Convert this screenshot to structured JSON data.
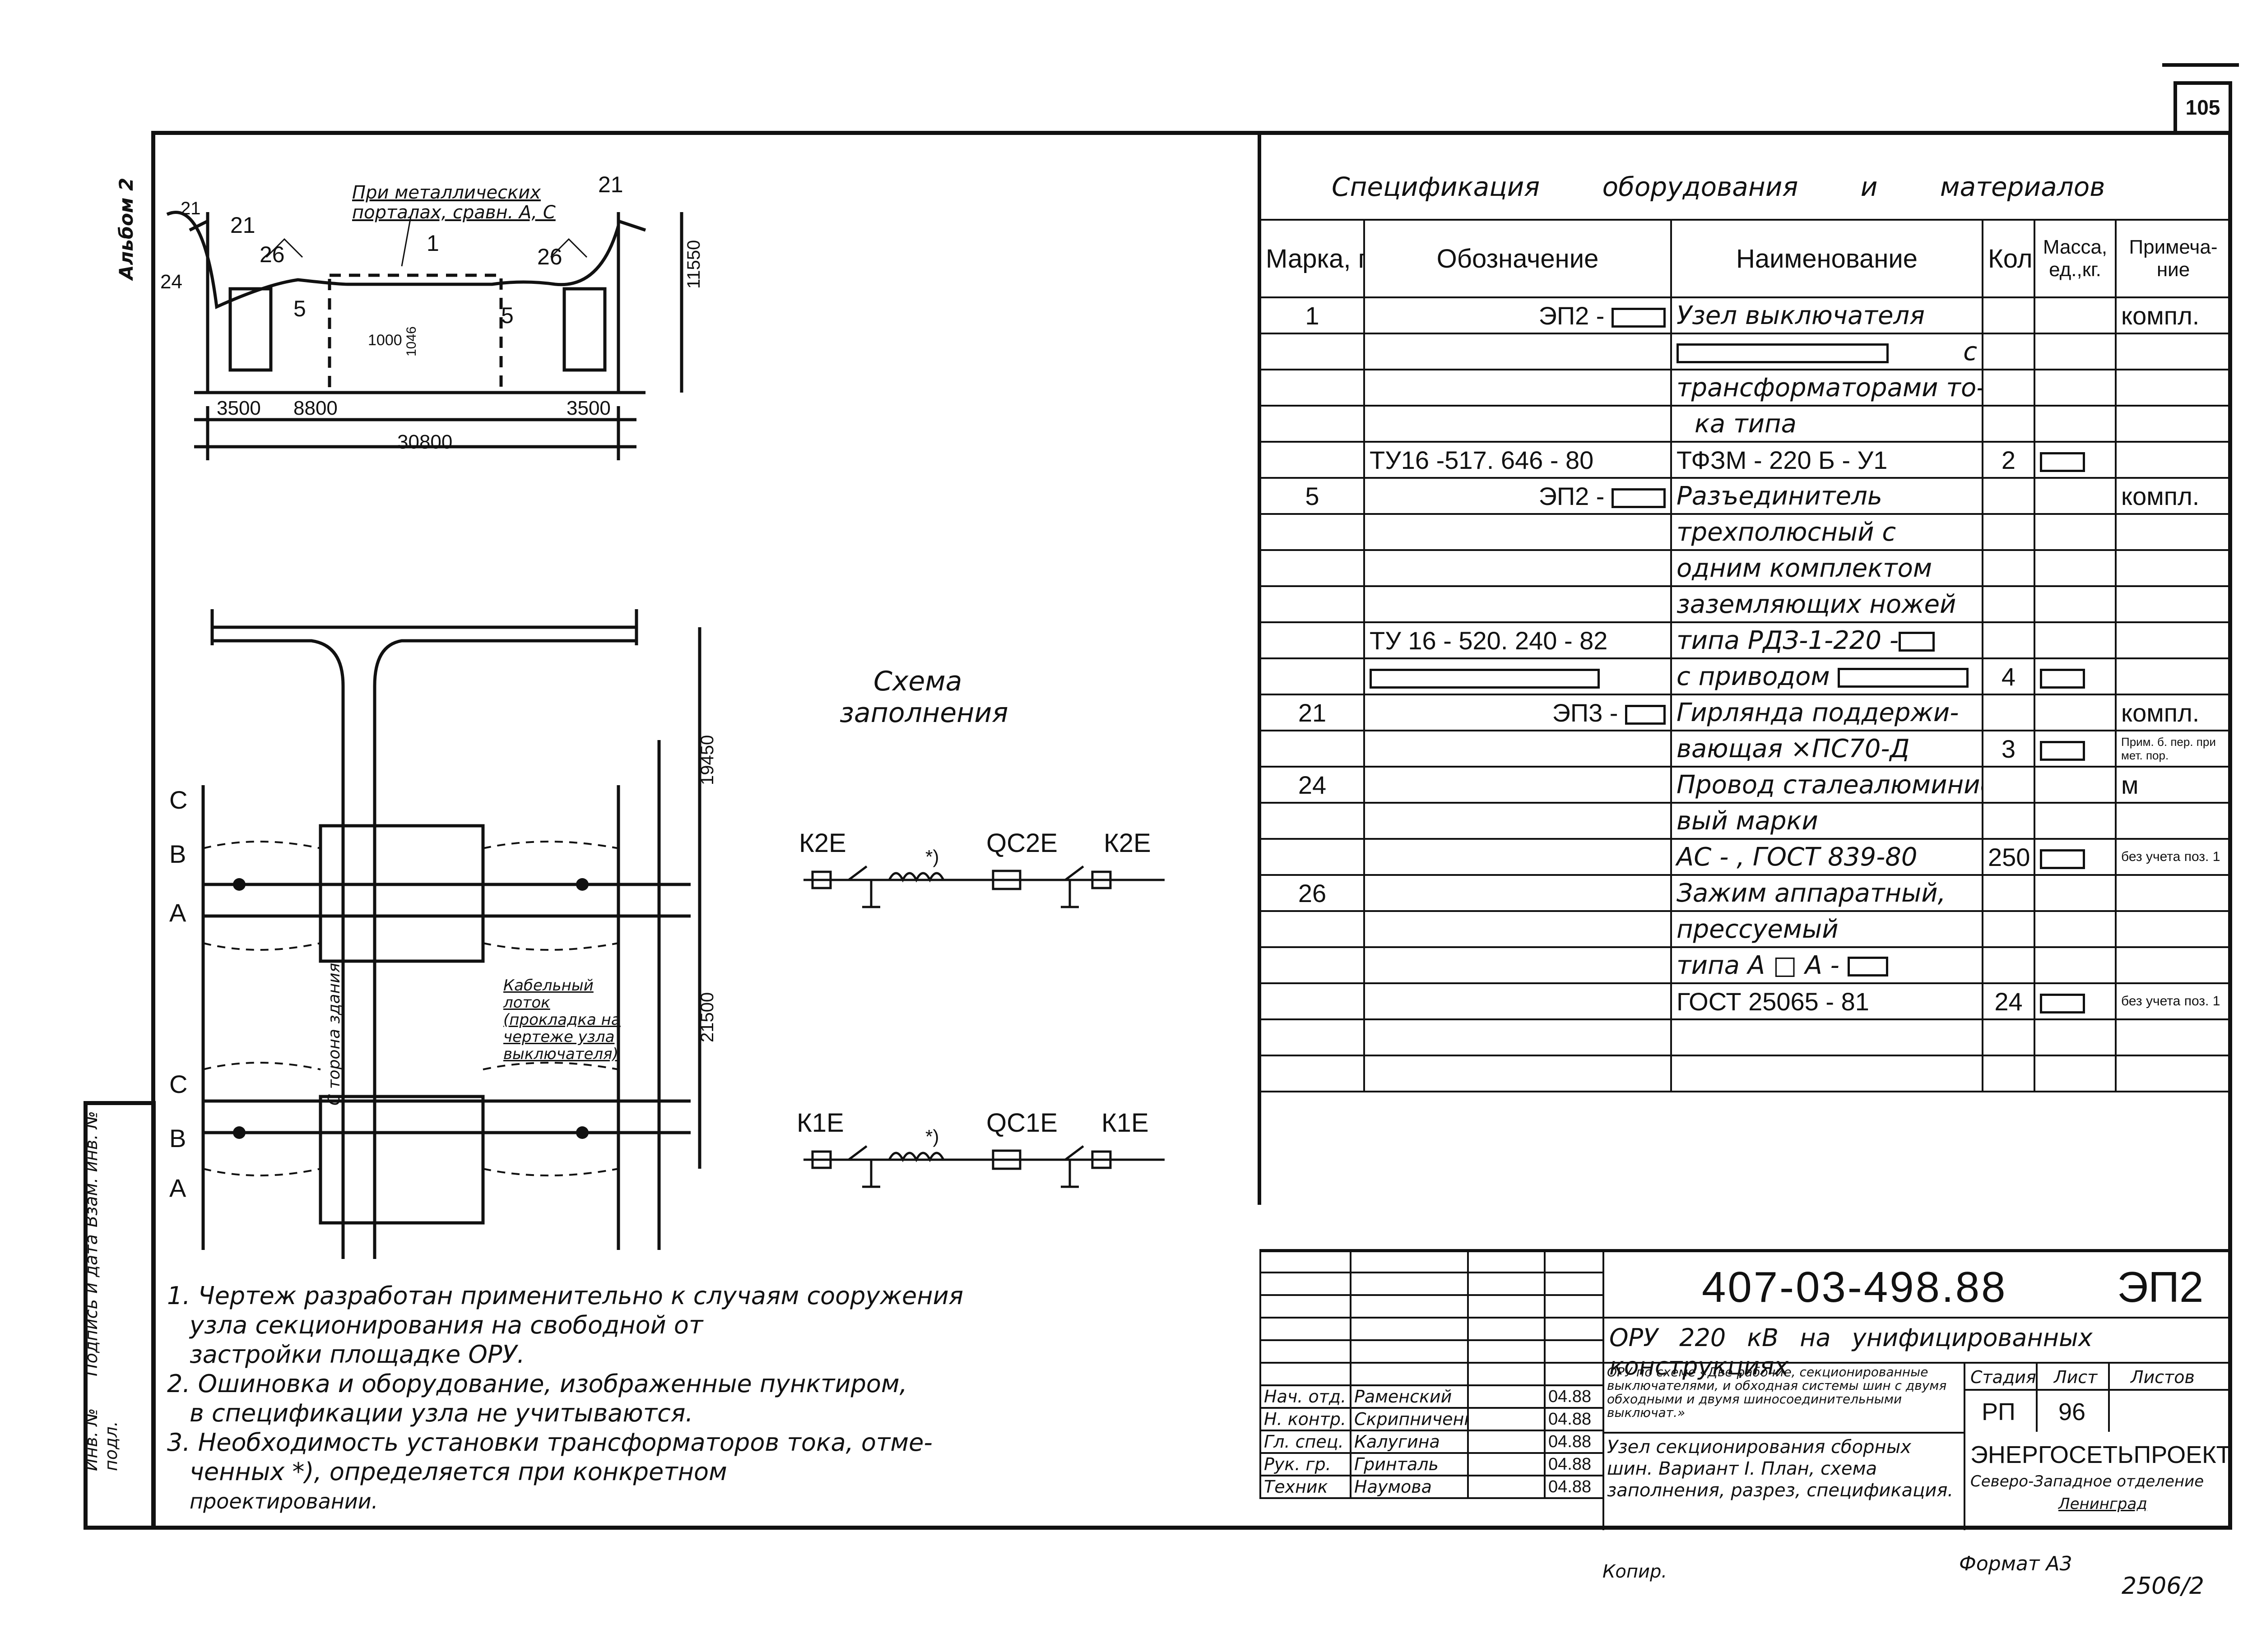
{
  "sheet_number": "105",
  "spec": {
    "title": "Спецификация оборудования и материалов",
    "headers": [
      "Марка, поз.",
      "Обозначение",
      "Наименование",
      "Кол.",
      "Масса, ед.,кг.",
      "Примеча- ние"
    ],
    "rows": [
      {
        "mark": "1",
        "desig": "ЭП2 -",
        "name": "Узел выключателя",
        "qty": "",
        "mass": "",
        "note": "компл."
      },
      {
        "mark": "",
        "desig": "",
        "name": "с",
        "qty": "",
        "mass": "",
        "note": ""
      },
      {
        "mark": "",
        "desig": "",
        "name": "трансформаторами то-",
        "qty": "",
        "mass": "",
        "note": ""
      },
      {
        "mark": "",
        "desig": "",
        "name": "ка типа",
        "qty": "",
        "mass": "",
        "note": ""
      },
      {
        "mark": "",
        "desig": "ТУ16 -517. 646 - 80",
        "name": "ТФЗМ - 220 Б - У1",
        "qty": "2",
        "mass": "",
        "note": ""
      },
      {
        "mark": "5",
        "desig": "ЭП2 -",
        "name": "Разъединитель",
        "qty": "",
        "mass": "",
        "note": "компл."
      },
      {
        "mark": "",
        "desig": "",
        "name": "трехполюсный с",
        "qty": "",
        "mass": "",
        "note": ""
      },
      {
        "mark": "",
        "desig": "",
        "name": "одним комплектом",
        "qty": "",
        "mass": "",
        "note": ""
      },
      {
        "mark": "",
        "desig": "",
        "name": "заземляющих ножей",
        "qty": "",
        "mass": "",
        "note": ""
      },
      {
        "mark": "",
        "desig": "ТУ 16 - 520. 240 - 82",
        "name": "типа РДЗ-1-220 -",
        "qty": "",
        "mass": "",
        "note": ""
      },
      {
        "mark": "",
        "desig": "",
        "name": "с приводом",
        "qty": "4",
        "mass": "",
        "note": ""
      },
      {
        "mark": "21",
        "desig": "ЭП3 -",
        "name": "Гирлянда поддержи-",
        "qty": "",
        "mass": "",
        "note": "компл."
      },
      {
        "mark": "",
        "desig": "",
        "name": "вающая ×ПС70-Д",
        "qty": "3",
        "mass": "",
        "note": "Прим. б. пер. при мет. пор."
      },
      {
        "mark": "24",
        "desig": "",
        "name": "Провод сталеалюминие-",
        "qty": "",
        "mass": "",
        "note": "м"
      },
      {
        "mark": "",
        "desig": "",
        "name": "вый марки",
        "qty": "",
        "mass": "",
        "note": ""
      },
      {
        "mark": "",
        "desig": "",
        "name": "АС - , ГОСТ 839-80",
        "qty": "250",
        "mass": "",
        "note": "без учета поз. 1"
      },
      {
        "mark": "26",
        "desig": "",
        "name": "Зажим аппаратный,",
        "qty": "",
        "mass": "",
        "note": ""
      },
      {
        "mark": "",
        "desig": "",
        "name": "прессуемый",
        "qty": "",
        "mass": "",
        "note": ""
      },
      {
        "mark": "",
        "desig": "",
        "name": "типа А □ А -",
        "qty": "",
        "mass": "",
        "note": ""
      },
      {
        "mark": "",
        "desig": "",
        "name": "ГОСТ 25065 - 81",
        "qty": "24",
        "mass": "",
        "note": "без учета поз. 1"
      },
      {
        "mark": "",
        "desig": "",
        "name": "",
        "qty": "",
        "mass": "",
        "note": ""
      },
      {
        "mark": "",
        "desig": "",
        "name": "",
        "qty": "",
        "mass": "",
        "note": ""
      }
    ]
  },
  "drawing": {
    "section_label": "При металлических порталах, сравн. А, С",
    "dims": [
      "3500",
      "8800",
      "3500",
      "30800",
      "11550",
      "19450",
      "21500",
      "1000",
      "1046"
    ],
    "pos_labels": [
      "21",
      "21",
      "26",
      "26",
      "5",
      "5",
      "1",
      "24",
      "21"
    ],
    "phases_top": [
      "С",
      "В",
      "А"
    ],
    "phases_bottom": [
      "С",
      "В",
      "А"
    ],
    "cable_label": "Кабельный лоток (прокладка на чертеже узла выключателя)",
    "side_label": "С торона здания",
    "left_vertical": "Альбом 2"
  },
  "scheme": {
    "title_line1": "Схема",
    "title_line2": "заполнения",
    "top": {
      "left": "К2Е",
      "mid": "QС2Е",
      "right": "К2Е",
      "mark": "*)"
    },
    "bottom": {
      "left": "К1Е",
      "mid": "QС1Е",
      "right": "К1Е",
      "mark": "*)"
    }
  },
  "notes": [
    "1. Чертеж разработан применительно к случаям сооружения",
    "узла секционирования на свободной от",
    "застройки площадке ОРУ.",
    "2. Ошиновка и оборудование, изображенные пунктиром,",
    "в спецификации узла не учитываются.",
    "3. Необходимость установки трансформаторов тока, отме-",
    "ченных *), определяется при конкретном",
    "проектировании."
  ],
  "side_stamp": [
    "Инв. № подл.",
    "Подпись и дата",
    "Взам. инв. №"
  ],
  "title_block": {
    "code": "407-03-498.88",
    "sheet_code": "ЭП2",
    "project": "ОРУ 220 кВ на унифицированных конструкциях",
    "scheme_desc": "ОРУ по схеме «Две рабочие, секционированные выключателями, и обходная системы шин с двумя обходными и двумя шиносоединительными выключат.»",
    "content_desc": "Узел секционирования сборных шин. Вариант I. План, схема заполнения, разрез, спецификация.",
    "stage_header": "Стадия",
    "sheet_header": "Лист",
    "sheets_header": "Листов",
    "stage": "РП",
    "sheet": "96",
    "org1": "ЭНЕРГОСЕТЬПРОЕКТ",
    "org2": "Северо-Западное отделение",
    "org3": "Ленинград",
    "people": [
      {
        "role": "Нач. отд.",
        "name": "Раменский",
        "date": "04.88"
      },
      {
        "role": "Н. контр.",
        "name": "Скрипниченко",
        "date": "04.88"
      },
      {
        "role": "Гл. спец.",
        "name": "Калугина",
        "date": "04.88"
      },
      {
        "role": "Рук. гр.",
        "name": "Гринталь",
        "date": "04.88"
      },
      {
        "role": "Техник",
        "name": "Наумова",
        "date": "04.88"
      }
    ]
  },
  "footer": {
    "copy": "Копир.",
    "format": "Формат А3",
    "number": "2506/2"
  }
}
